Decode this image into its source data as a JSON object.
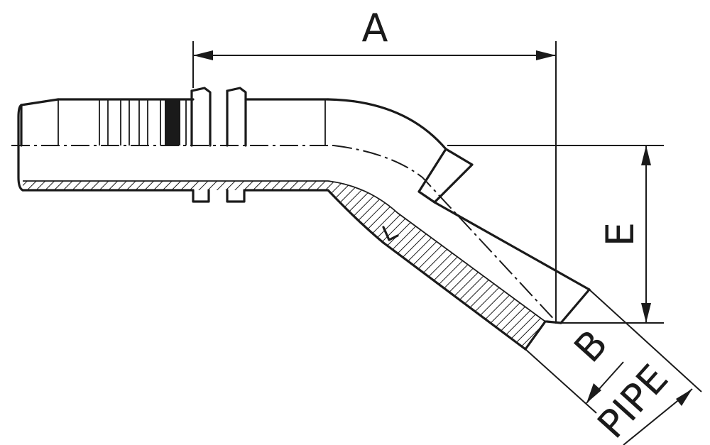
{
  "labels": {
    "a": "A",
    "b": "B",
    "e": "E",
    "pipe": "PIPE"
  },
  "colors": {
    "line": "#1a1a1a",
    "background": "#ffffff"
  }
}
